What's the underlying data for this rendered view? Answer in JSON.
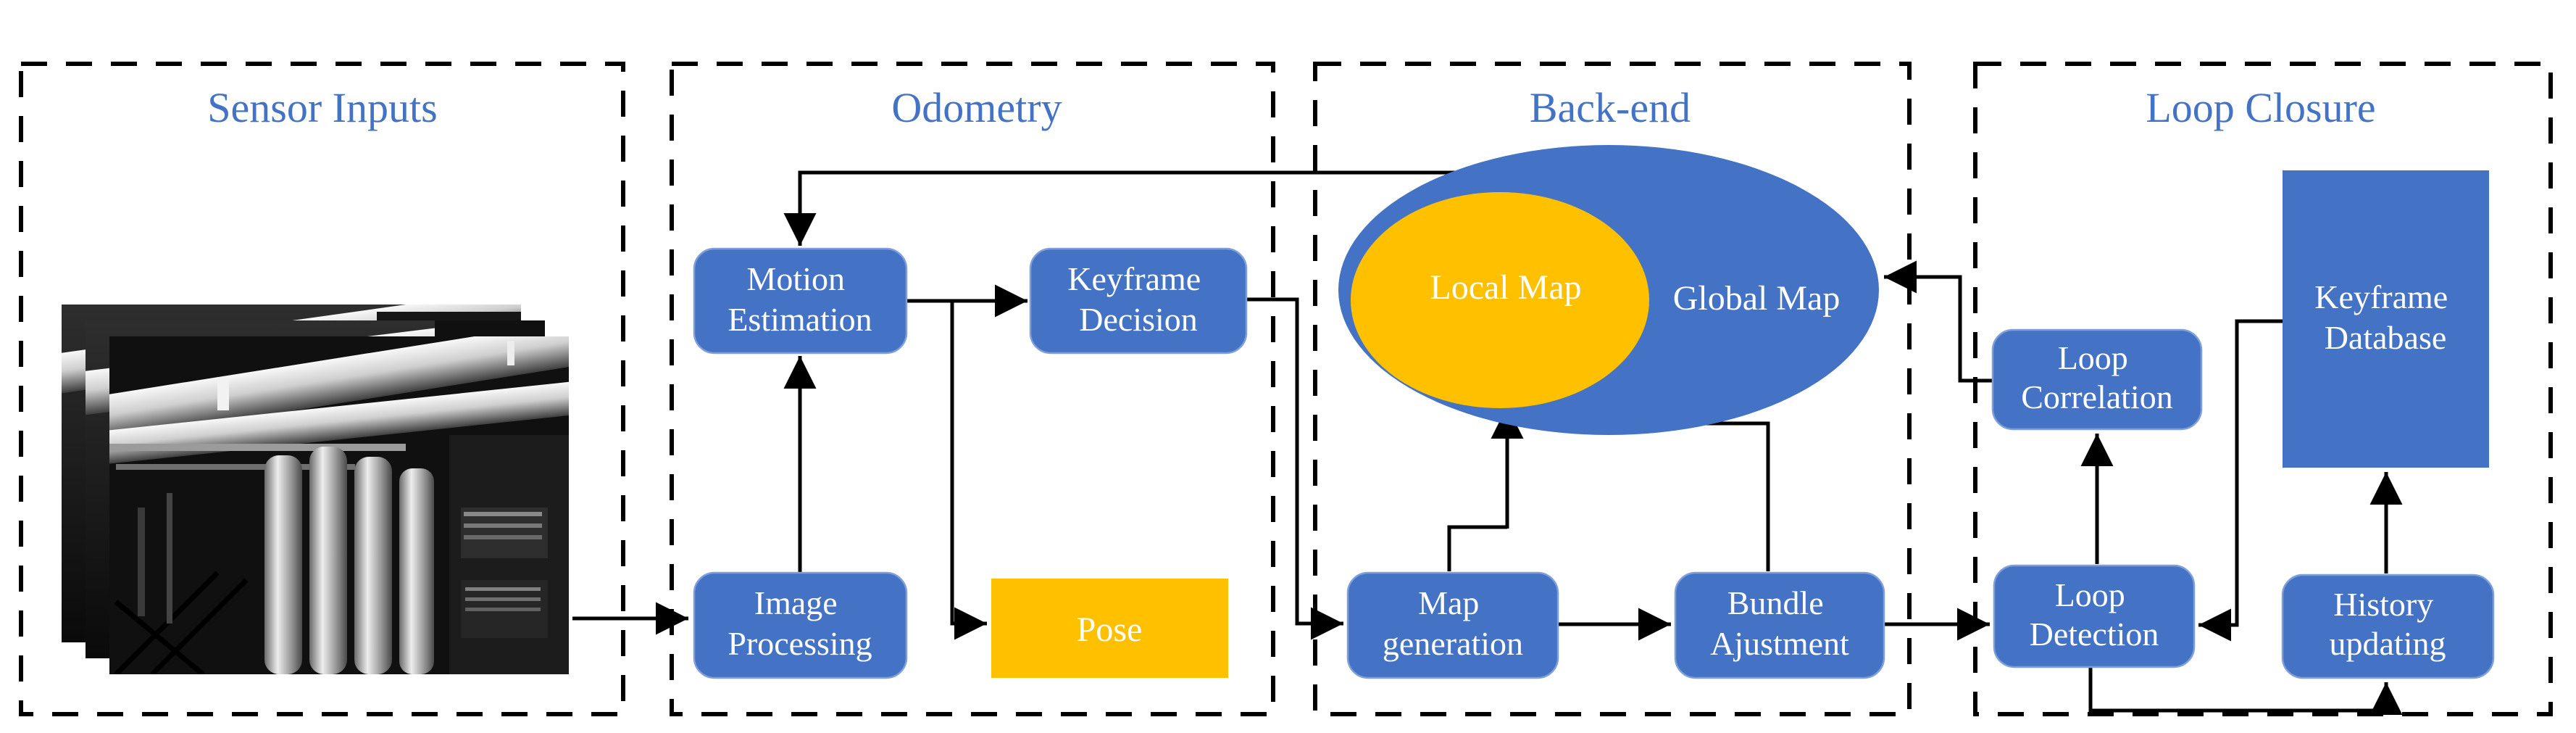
{
  "figure": {
    "sections": [
      {
        "id": "sensor-inputs",
        "title": "Sensor Inputs"
      },
      {
        "id": "odometry",
        "title": "Odometry"
      },
      {
        "id": "back-end",
        "title": "Back-end"
      },
      {
        "id": "loop-closure",
        "title": "Loop Closure"
      }
    ],
    "nodes": {
      "motion_estimation": {
        "line1": "Motion",
        "line2": "Estimation"
      },
      "keyframe_decision": {
        "line1": "Keyframe",
        "line2": "Decision"
      },
      "image_processing": {
        "line1": "Image",
        "line2": "Processing"
      },
      "pose": {
        "line1": "Pose"
      },
      "local_map": {
        "line1": "Local Map"
      },
      "global_map": {
        "line1": "Global Map"
      },
      "map_generation": {
        "line1": "Map",
        "line2": "generation"
      },
      "bundle_adjustment": {
        "line1": "Bundle",
        "line2": "Ajustment"
      },
      "loop_correlation": {
        "line1": "Loop",
        "line2": "Correlation"
      },
      "loop_detection": {
        "line1": "Loop",
        "line2": "Detection"
      },
      "keyframe_database": {
        "line1": "Keyframe",
        "line2": "Database"
      },
      "history_updating": {
        "line1": "History",
        "line2": "updating"
      }
    },
    "colors": {
      "node_blue": "#4472C4",
      "accent_yellow": "#FFC000",
      "title_blue": "#4472C4",
      "line_black": "#000000"
    }
  }
}
